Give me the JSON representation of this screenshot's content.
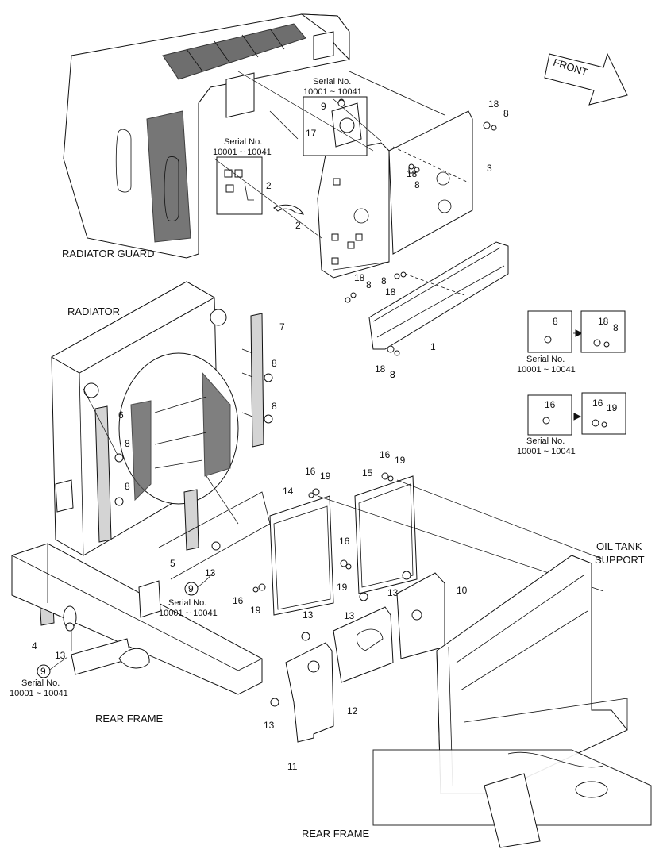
{
  "labels": {
    "radiator_guard": "RADIATOR GUARD",
    "radiator": "RADIATOR",
    "oil_tank_line1": "OIL TANK",
    "oil_tank_line2": "SUPPORT",
    "rear_frame_left": "REAR FRAME",
    "rear_frame_bottom": "REAR FRAME",
    "front": "FRONT"
  },
  "serial": {
    "title": "Serial No.",
    "range": "10001 ~ 10041"
  },
  "callouts": {
    "c1": "1",
    "c2a": "2",
    "c2b": "2",
    "c3": "3",
    "c4": "4",
    "c5": "5",
    "c6": "6",
    "c7": "7",
    "c8a": "8",
    "c8b": "8",
    "c8c": "8",
    "c8d": "8",
    "c8e": "8",
    "c8f": "8",
    "c8g": "8",
    "c8h": "8",
    "c8i": "8",
    "c8j": "8",
    "c8k": "8",
    "c9a": "9",
    "c9b": "9",
    "c9c": "9",
    "c10": "10",
    "c11": "11",
    "c12": "12",
    "c13a": "13",
    "c13b": "13",
    "c13c": "13",
    "c13d": "13",
    "c13e": "13",
    "c13f": "13",
    "c14": "14",
    "c15": "15",
    "c16a": "16",
    "c16b": "16",
    "c16c": "16",
    "c16d": "16",
    "c16e": "16",
    "c17": "17",
    "c18a": "18",
    "c18b": "18",
    "c18c": "18",
    "c18d": "18",
    "c18e": "18",
    "c18f": "18",
    "c19a": "19",
    "c19b": "19",
    "c19c": "19",
    "c19d": "19",
    "c19e": "19"
  }
}
